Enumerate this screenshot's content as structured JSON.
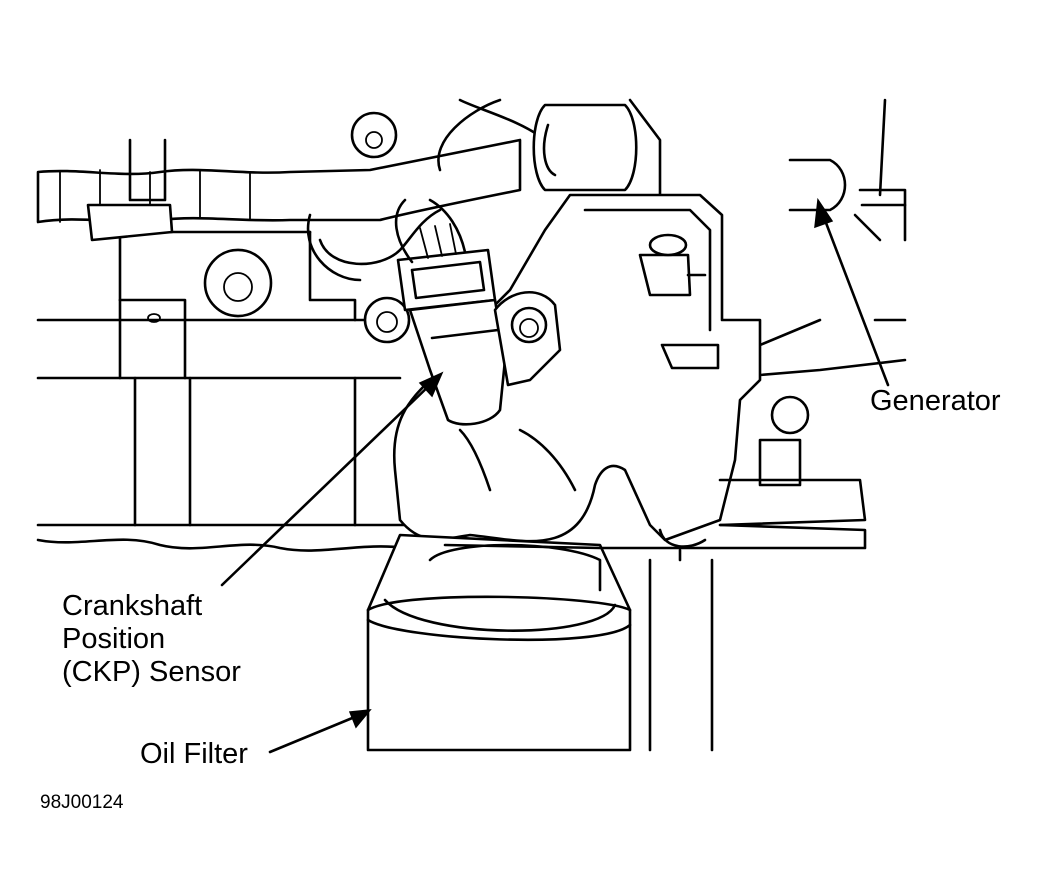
{
  "labels": {
    "generator": "Generator",
    "ckp_line1": "Crankshaft",
    "ckp_line2": "Position",
    "ckp_line3": "(CKP) Sensor",
    "oil_filter": "Oil Filter"
  },
  "figure_id": "98J00124",
  "colors": {
    "ink": "#000000",
    "background": "#ffffff"
  }
}
